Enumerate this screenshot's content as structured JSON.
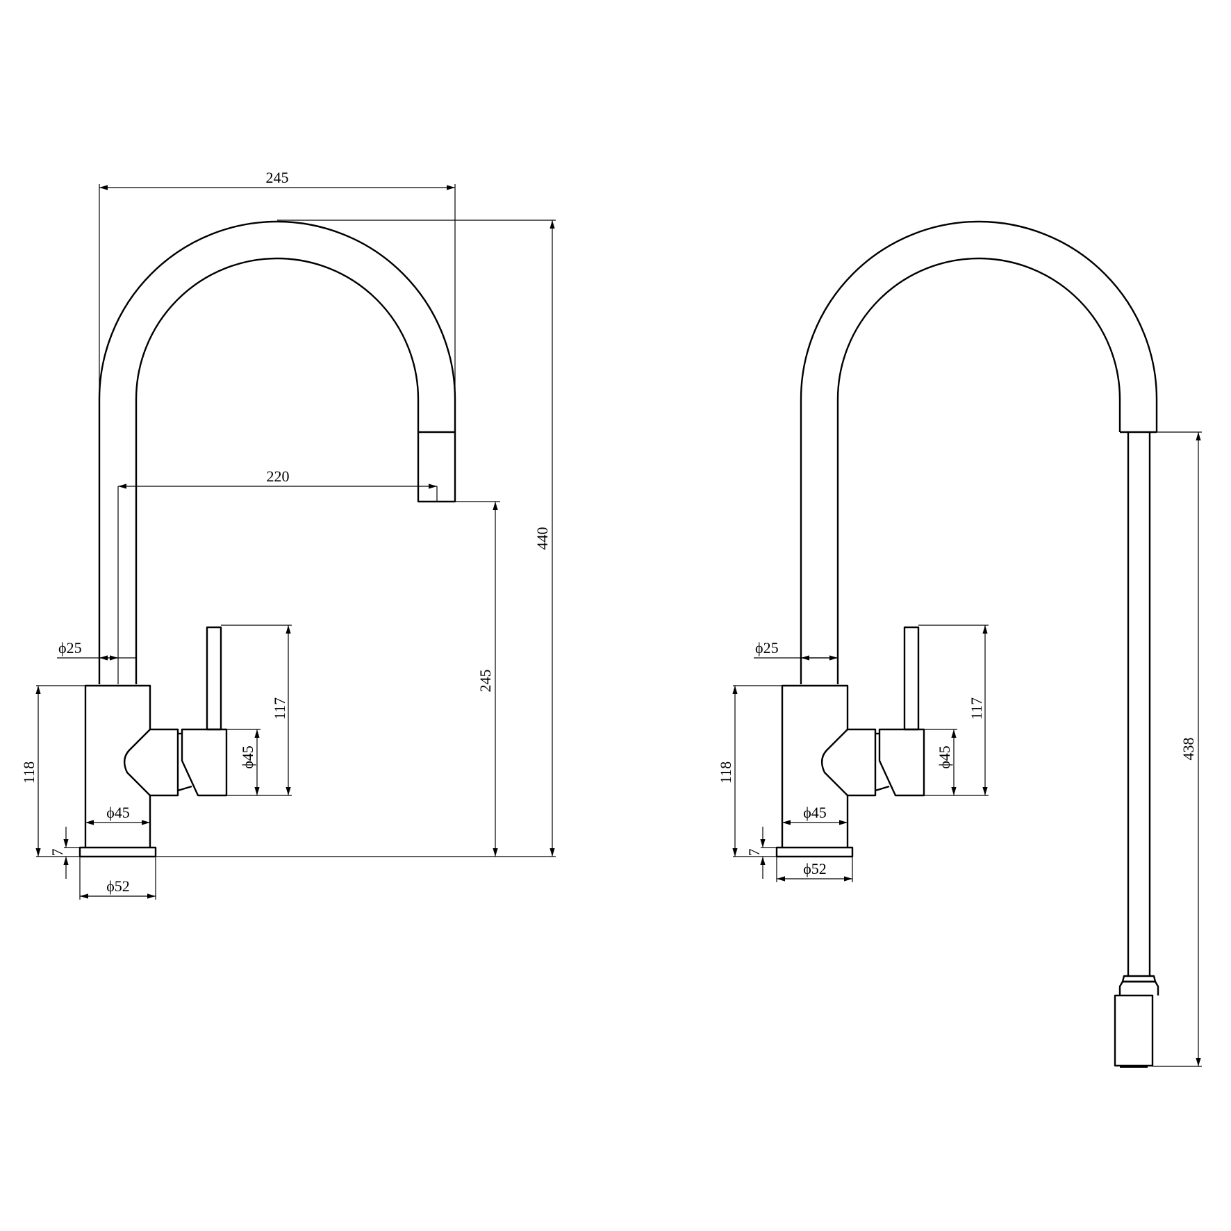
{
  "drawing": {
    "type": "technical-drawing",
    "subject": "kitchen mixer faucet with pull-down spray",
    "stroke_color": "#000000",
    "background": "#ffffff",
    "views": [
      {
        "id": "left",
        "description": "faucet with spray head docked",
        "dimensions": {
          "overall_reach": "245",
          "spout_reach": "220",
          "overall_height": "440",
          "spout_clearance": "245",
          "spout_tube_dia": "ϕ25",
          "body_height": "118",
          "handle_height": "117",
          "handle_dia": "ϕ45",
          "body_dia": "ϕ45",
          "base_thickness": "7",
          "base_dia": "ϕ52"
        }
      },
      {
        "id": "right",
        "description": "faucet with spray head pulled out",
        "dimensions": {
          "pullout_length": "438",
          "spout_tube_dia": "ϕ25",
          "body_height": "118",
          "handle_height": "117",
          "handle_dia": "ϕ45",
          "body_dia": "ϕ45",
          "base_thickness": "7",
          "base_dia": "ϕ52"
        }
      }
    ]
  }
}
